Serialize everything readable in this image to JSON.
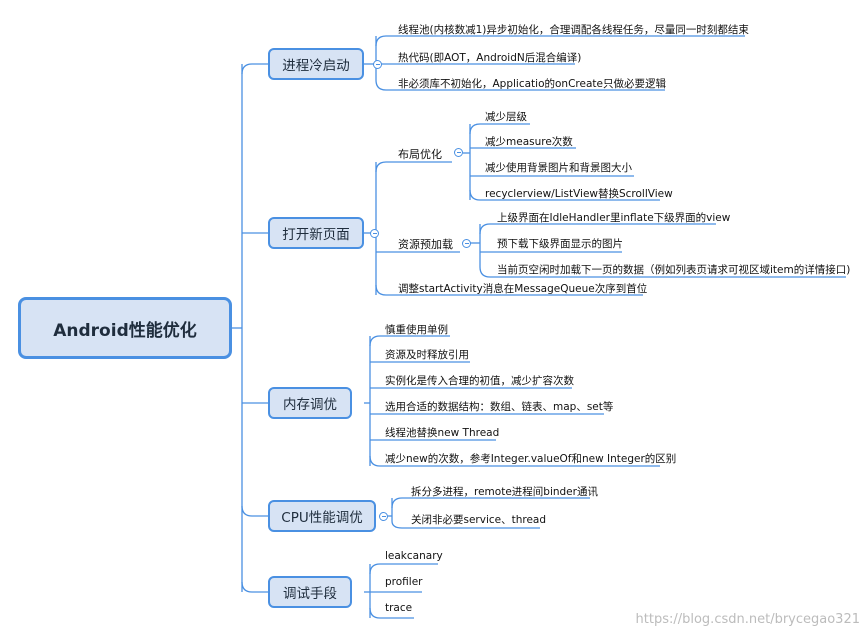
{
  "root": {
    "label": "Android性能优化"
  },
  "branches": {
    "cold_start": {
      "label": "进程冷启动",
      "items": [
        "线程池(内核数减1)异步初始化，合理调配各线程任务，尽量同一时刻都结束",
        "热代码(即AOT，AndroidN后混合编译)",
        "非必须库不初始化，Applicatio的onCreate只做必要逻辑"
      ]
    },
    "open_page": {
      "label": "打开新页面",
      "layout": {
        "label": "布局优化",
        "items": [
          "减少层级",
          "减少measure次数",
          "减少使用背景图片和背景图大小",
          "recyclerview/ListView替换ScrollView"
        ]
      },
      "preload": {
        "label": "资源预加载",
        "items": [
          "上级界面在IdleHandler里inflate下级界面的view",
          "预下载下级界面显示的图片",
          "当前页空闲时加载下一页的数据（例如列表页请求可视区域item的详情接口)"
        ]
      },
      "extra": "调整startActivity消息在MessageQueue次序到首位"
    },
    "memory": {
      "label": "内存调优",
      "items": [
        "慎重使用单例",
        "资源及时释放引用",
        "实例化是传入合理的初值，减少扩容次数",
        "选用合适的数据结构：数组、链表、map、set等",
        "线程池替换new Thread",
        "减少new的次数，参考Integer.valueOf和new Integer的区别"
      ]
    },
    "cpu": {
      "label": "CPU性能调优",
      "items": [
        "拆分多进程，remote进程间binder通讯",
        "关闭非必要service、thread"
      ]
    },
    "debug": {
      "label": "调试手段",
      "items": [
        "leakcanary",
        "profiler",
        "trace"
      ]
    }
  },
  "watermark": "https://blog.csdn.net/brycegao321"
}
